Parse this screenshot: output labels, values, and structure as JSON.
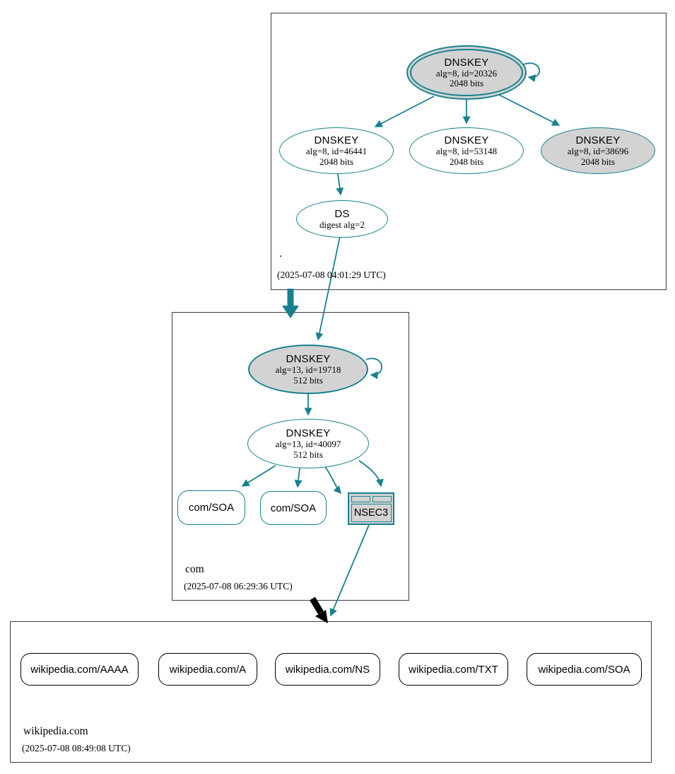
{
  "colors": {
    "edge_teal": "#17818E",
    "node_gray_fill": "#D3D3D3",
    "delegation_black": "#000000",
    "background": "#FFFFFF"
  },
  "zones": {
    "root": {
      "label": ".",
      "timestamp": "(2025-07-08 04:01:29 UTC)",
      "ksk": {
        "title": "DNSKEY",
        "alg": "alg=8, id=20326",
        "bits": "2048 bits"
      },
      "zsk1": {
        "title": "DNSKEY",
        "alg": "alg=8, id=46441",
        "bits": "2048 bits"
      },
      "zsk2": {
        "title": "DNSKEY",
        "alg": "alg=8, id=53148",
        "bits": "2048 bits"
      },
      "zsk3": {
        "title": "DNSKEY",
        "alg": "alg=8, id=38696",
        "bits": "2048 bits"
      },
      "ds": {
        "title": "DS",
        "digest": "digest alg=2"
      }
    },
    "com": {
      "label": "com",
      "timestamp": "(2025-07-08 06:29:36 UTC)",
      "ksk": {
        "title": "DNSKEY",
        "alg": "alg=13, id=19718",
        "bits": "512 bits"
      },
      "zsk": {
        "title": "DNSKEY",
        "alg": "alg=13, id=40097",
        "bits": "512 bits"
      },
      "soa1": "com/SOA",
      "soa2": "com/SOA",
      "nsec3": "NSEC3"
    },
    "wikipedia": {
      "label": "wikipedia.com",
      "timestamp": "(2025-07-08 08:49:08 UTC)",
      "rrsets": [
        "wikipedia.com/AAAA",
        "wikipedia.com/A",
        "wikipedia.com/NS",
        "wikipedia.com/TXT",
        "wikipedia.com/SOA"
      ]
    }
  }
}
